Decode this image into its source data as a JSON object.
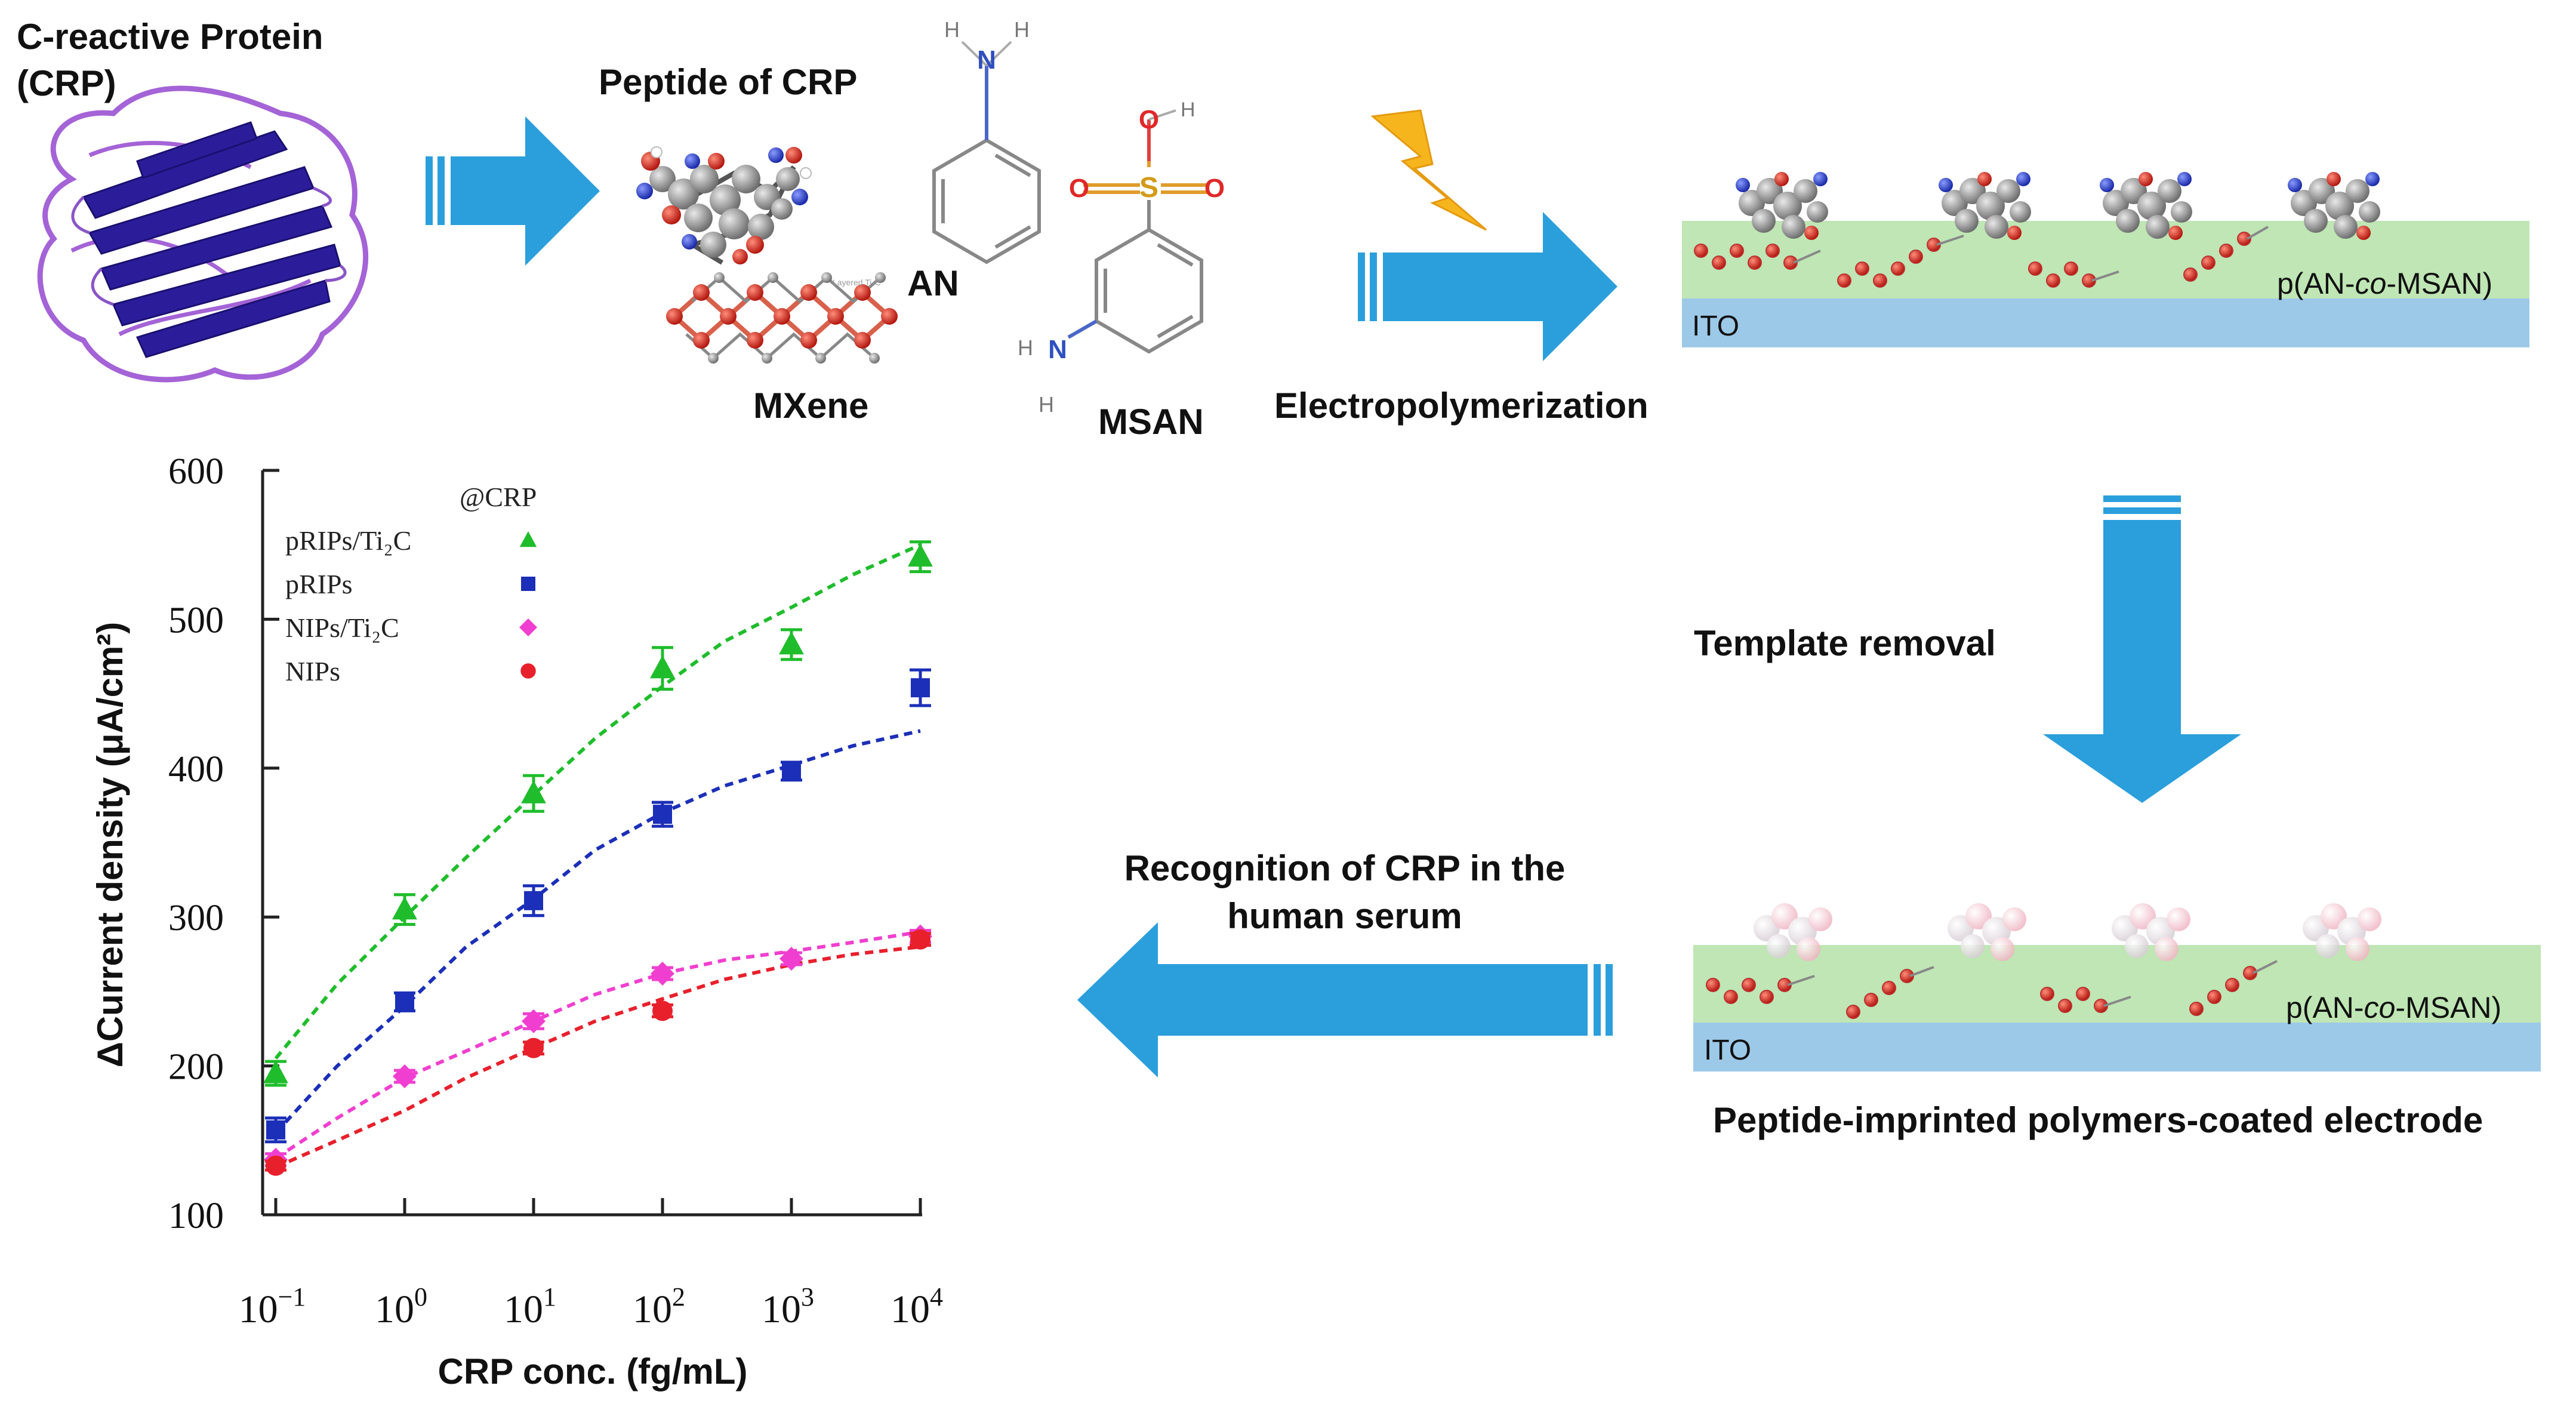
{
  "labels": {
    "crp_protein_line1": "C-reactive Protein",
    "crp_protein_line2": "(CRP)",
    "peptide": "Peptide of CRP",
    "an": "AN",
    "mxene": "MXene",
    "msan": "MSAN",
    "electropolymerization": "Electropolymerization",
    "template_removal": "Template removal",
    "recognition_line1": "Recognition of CRP in the",
    "recognition_line2": "human serum",
    "electrode_caption": "Peptide-imprinted polymers-coated electrode",
    "ito": "ITO",
    "polymer_pre": "p(AN-",
    "polymer_italic": "co",
    "polymer_post": "-MSAN)",
    "mxene_tiny": "Layered Ti₂C"
  },
  "chart_data": {
    "type": "scatter",
    "x_scale": "log",
    "x": [
      0.1,
      1,
      10,
      100,
      1000,
      10000
    ],
    "x_tick_base": "10",
    "x_tick_exponents": [
      "−1",
      "0",
      "1",
      "2",
      "3",
      "4"
    ],
    "ylabel": "ΔCurrent density (μA/cm²)",
    "xlabel": "CRP conc. (fg/mL)",
    "y_ticks": [
      "600",
      "500",
      "400",
      "300",
      "200",
      "100"
    ],
    "ylim": [
      100,
      600
    ],
    "legend_title": "@CRP",
    "legend_position": "top-left",
    "grid": false,
    "series": [
      {
        "name": "pRIPs/Ti₂C",
        "marker": "triangle",
        "color": "#1fbd2b",
        "values": [
          195,
          305,
          383,
          467,
          483,
          542
        ],
        "errors": [
          8,
          10,
          12,
          14,
          10,
          10
        ],
        "fit": [
          [
            0.1,
            205
          ],
          [
            0.3,
            255
          ],
          [
            1,
            300
          ],
          [
            3,
            340
          ],
          [
            10,
            382
          ],
          [
            30,
            420
          ],
          [
            100,
            455
          ],
          [
            300,
            485
          ],
          [
            1000,
            508
          ],
          [
            3000,
            530
          ],
          [
            10000,
            550
          ]
        ]
      },
      {
        "name": "pRIPs",
        "marker": "square",
        "color": "#1b2fb8",
        "values": [
          157,
          243,
          311,
          369,
          398,
          454
        ],
        "errors": [
          8,
          6,
          10,
          8,
          6,
          12
        ],
        "fit": [
          [
            0.1,
            155
          ],
          [
            0.3,
            200
          ],
          [
            1,
            240
          ],
          [
            3,
            280
          ],
          [
            10,
            312
          ],
          [
            30,
            345
          ],
          [
            100,
            370
          ],
          [
            300,
            388
          ],
          [
            1000,
            402
          ],
          [
            3000,
            415
          ],
          [
            10000,
            425
          ]
        ]
      },
      {
        "name": "NIPs/Ti₂C",
        "marker": "diamond",
        "color": "#f03fd0",
        "values": [
          137,
          193,
          230,
          262,
          272,
          287
        ],
        "errors": [
          4,
          4,
          5,
          4,
          4,
          4
        ],
        "fit": [
          [
            0.1,
            138
          ],
          [
            0.3,
            165
          ],
          [
            1,
            192
          ],
          [
            3,
            210
          ],
          [
            10,
            230
          ],
          [
            30,
            248
          ],
          [
            100,
            262
          ],
          [
            300,
            271
          ],
          [
            1000,
            277
          ],
          [
            3000,
            283
          ],
          [
            10000,
            290
          ]
        ]
      },
      {
        "name": "NIPs",
        "marker": "circle",
        "color": "#e8202c",
        "values": [
          133,
          null,
          212,
          237,
          null,
          285
        ],
        "errors": [
          3,
          0,
          4,
          4,
          0,
          4
        ],
        "fit": [
          [
            0.1,
            132
          ],
          [
            0.3,
            150
          ],
          [
            1,
            170
          ],
          [
            3,
            192
          ],
          [
            10,
            212
          ],
          [
            30,
            230
          ],
          [
            100,
            245
          ],
          [
            300,
            258
          ],
          [
            1000,
            268
          ],
          [
            3000,
            275
          ],
          [
            10000,
            280
          ]
        ]
      }
    ]
  },
  "colors": {
    "arrow": "#2b9fdc",
    "ito_layer": "#9dc9e8",
    "polymer_layer": "#bfe6b4",
    "crp_ribbon": "#2b1d9a",
    "crp_loop": "#a463d6",
    "bolt": "#f6b51d"
  },
  "icons": [
    "protein-ribbon",
    "peptide-molecule",
    "mxene-lattice",
    "aniline-molecule",
    "msan-molecule",
    "lightning-bolt-icon"
  ]
}
